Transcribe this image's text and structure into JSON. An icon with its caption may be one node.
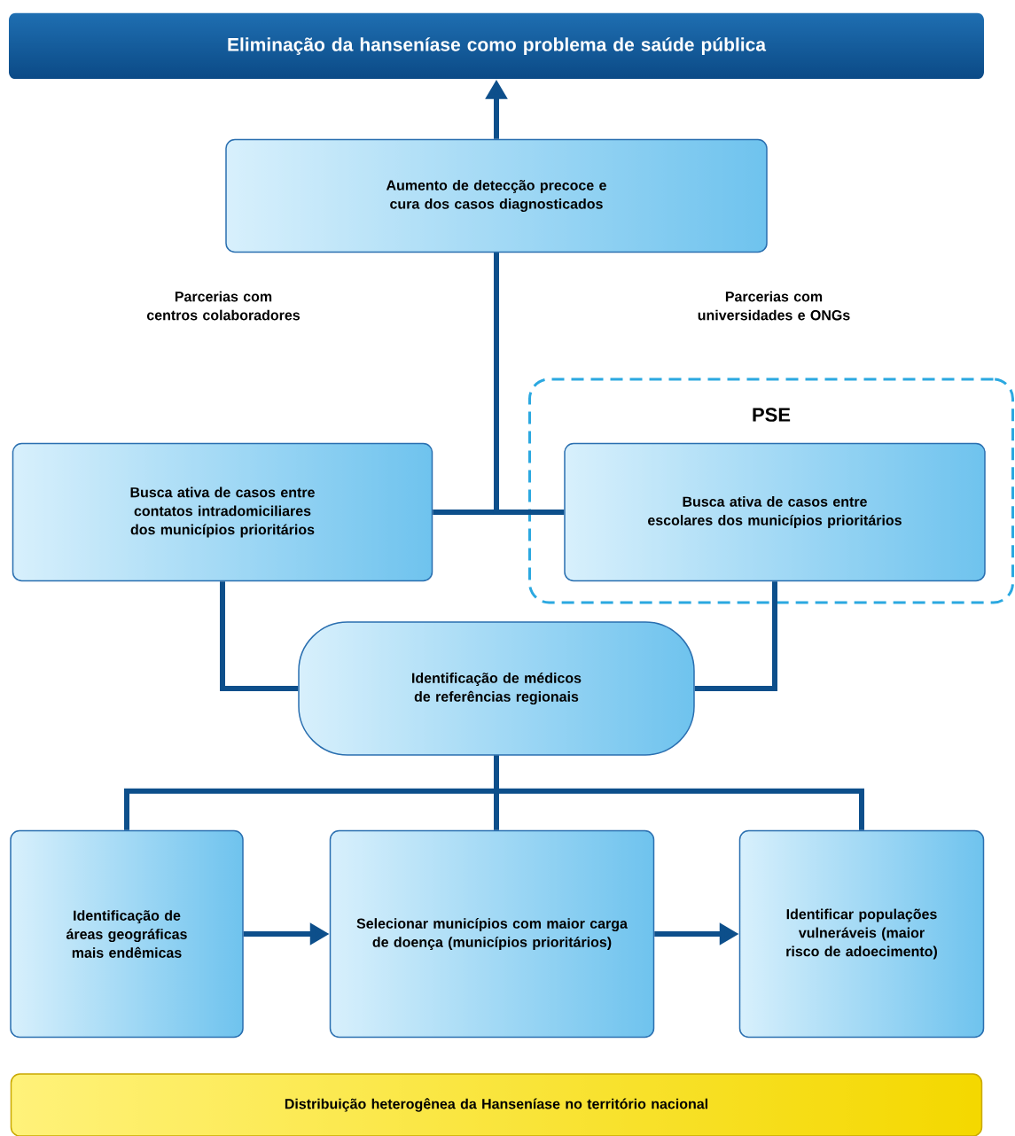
{
  "diagram": {
    "nodes": [
      {
        "text": [
          "Eliminação da hanseníase como problema de saúde pública"
        ]
      },
      {
        "text": [
          "Aumento de detecção precoce e cura dos casos diagnosticados"
        ]
      },
      {
        "text": [
          "Busca ativa de casos entre contatos intradomiciliares dos municípios prioritários"
        ]
      },
      {
        "text": [
          "PSE"
        ]
      },
      {
        "text": [
          "Busca ativa de casos entre escolares dos municípios prioritários"
        ],
        "in": 3
      },
      {
        "text": [
          "Identificação de médicos de referências regionais"
        ]
      },
      {
        "text": [
          "Identificação de áreas geográficas mais endêmicas"
        ]
      },
      {
        "text": [
          "Selecionar municípios com maior carga de doença (municípios prioritários)"
        ]
      },
      {
        "text": [
          "Identificar populações vulneráveis (maior risco de adoecimento)"
        ]
      },
      {
        "text": [
          "Distribuição heterogênea da Hanseníase no território nacional"
        ]
      }
    ],
    "edges": [
      {
        "from": 1,
        "to": 0,
        "arrow": "to"
      },
      {
        "from": 2,
        "to": 1,
        "arrow": "none"
      },
      {
        "from": 4,
        "to": 1,
        "arrow": "none"
      },
      {
        "from": 2,
        "to": 5,
        "arrow": "none"
      },
      {
        "from": 4,
        "to": 5,
        "arrow": "none"
      },
      {
        "from": 5,
        "to": 6,
        "arrow": "none"
      },
      {
        "from": 5,
        "to": 7,
        "arrow": "none"
      },
      {
        "from": 5,
        "to": 8,
        "arrow": "none"
      },
      {
        "from": 6,
        "to": 7,
        "arrow": "to"
      },
      {
        "from": 7,
        "to": 8,
        "arrow": "to"
      }
    ],
    "labels": [
      "Parcerias com centros colaboradores",
      "Parcerias com universidades e ONGs"
    ]
  }
}
